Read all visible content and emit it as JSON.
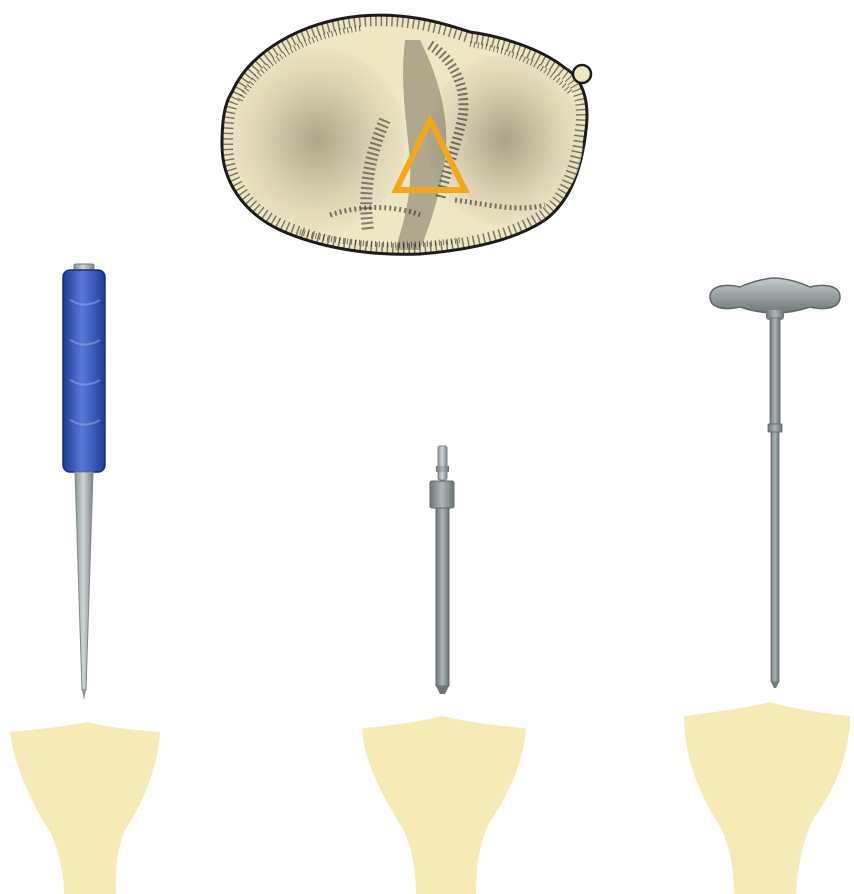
{
  "figure": {
    "colors": {
      "background": "#ffffff",
      "bone_fill": "#f6ebb6",
      "tibia_plateau_fill": "#efe7c4",
      "bone_stipple": "#1c1c1c",
      "entry_point_marker": "#f2a81d",
      "awl_handle": "#3f5fbf",
      "instrument_steel": "#a8afb0",
      "instrument_steel_dark": "#7f8788"
    },
    "icons": {
      "tibial_plateau": "tibial-plateau-top-view",
      "entry_marker": "triangle-outline",
      "awl": "awl-with-blue-handle",
      "guide_wire": "guide-pin-with-coupling",
      "t_handle_reamer": "t-handle-instrument",
      "proximal_tibia": "proximal-tibia-outline"
    },
    "stages": [
      {
        "instrument": "awl"
      },
      {
        "instrument": "guide_wire"
      },
      {
        "instrument": "t_handle_reamer"
      }
    ]
  }
}
